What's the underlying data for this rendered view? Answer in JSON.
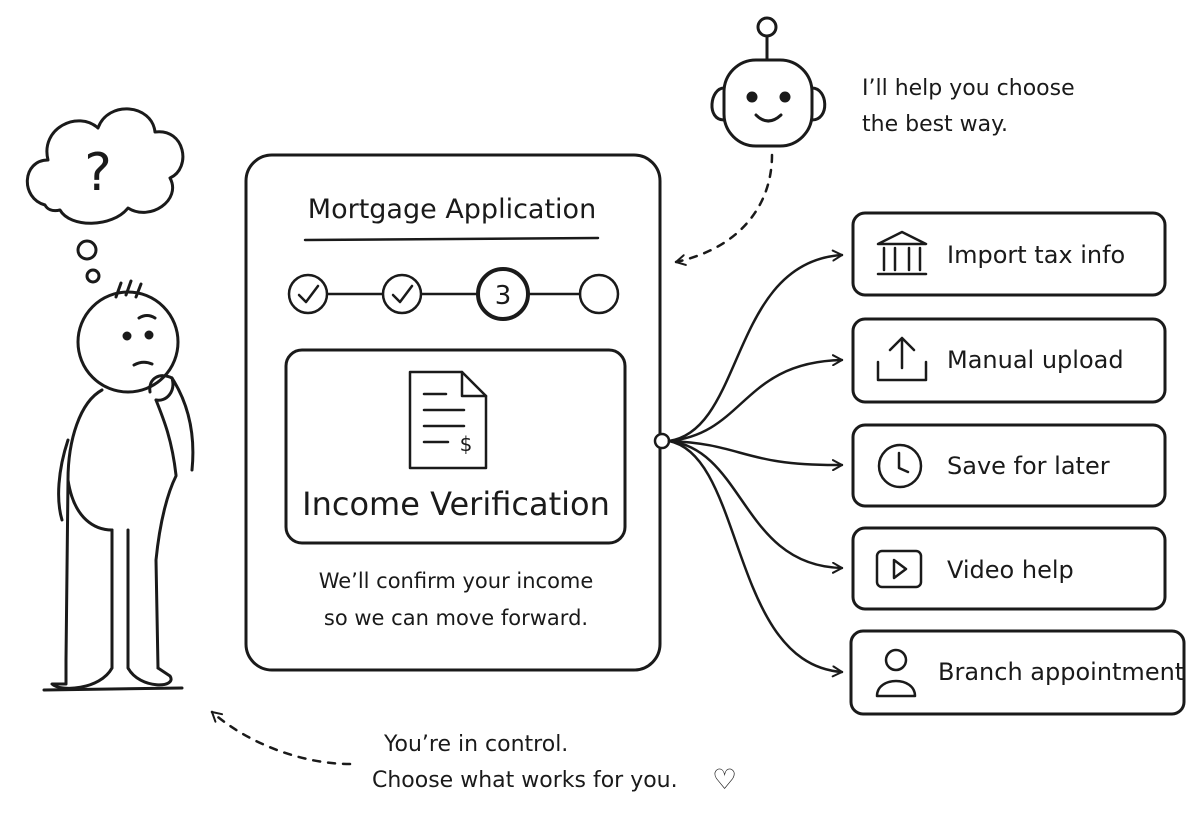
{
  "card": {
    "title": "Mortgage Application",
    "current_step": "3",
    "steps": [
      {
        "state": "done",
        "label": ""
      },
      {
        "state": "done",
        "label": ""
      },
      {
        "state": "current",
        "label": "3"
      },
      {
        "state": "todo",
        "label": ""
      }
    ],
    "panel_icon": "invoice-document-icon",
    "panel_dollar": "$",
    "panel_title": "Income Verification",
    "description_line1": "We’ll confirm your income",
    "description_line2": "so we can move forward."
  },
  "assistant": {
    "icon": "robot-icon",
    "line1": "I’ll help you choose",
    "line2": "the best way."
  },
  "options": [
    {
      "label": "Import tax info",
      "icon": "bank-icon"
    },
    {
      "label": "Manual upload",
      "icon": "upload-icon"
    },
    {
      "label": "Save for later",
      "icon": "clock-icon"
    },
    {
      "label": "Video help",
      "icon": "play-icon"
    },
    {
      "label": "Branch appointment",
      "icon": "person-icon"
    }
  ],
  "footer": {
    "line1": "You’re in control.",
    "line2": "Choose what works for you.",
    "heart": "♡"
  },
  "person": {
    "thought": "?",
    "icon": "thinking-person-icon"
  }
}
